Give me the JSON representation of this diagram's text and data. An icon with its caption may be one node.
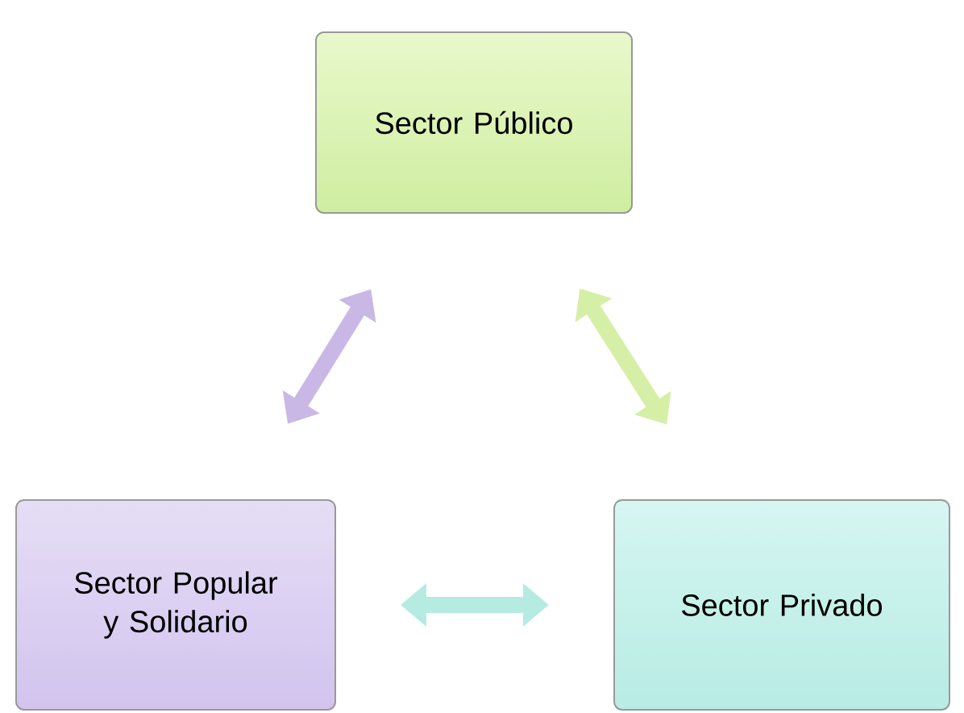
{
  "diagram": {
    "nodes": [
      {
        "text": [
          "Sector Público"
        ]
      },
      {
        "text": [
          "Sector Popular y Solidario"
        ]
      },
      {
        "text": [
          "Sector Privado"
        ]
      }
    ],
    "edges": [
      {
        "from": 0,
        "to": 1,
        "arrow": "both",
        "color": "#c9b8e6"
      },
      {
        "from": 0,
        "to": 2,
        "arrow": "both",
        "color": "#d6efa6"
      },
      {
        "from": 1,
        "to": 2,
        "arrow": "both",
        "color": "#b6ebe2"
      }
    ]
  }
}
